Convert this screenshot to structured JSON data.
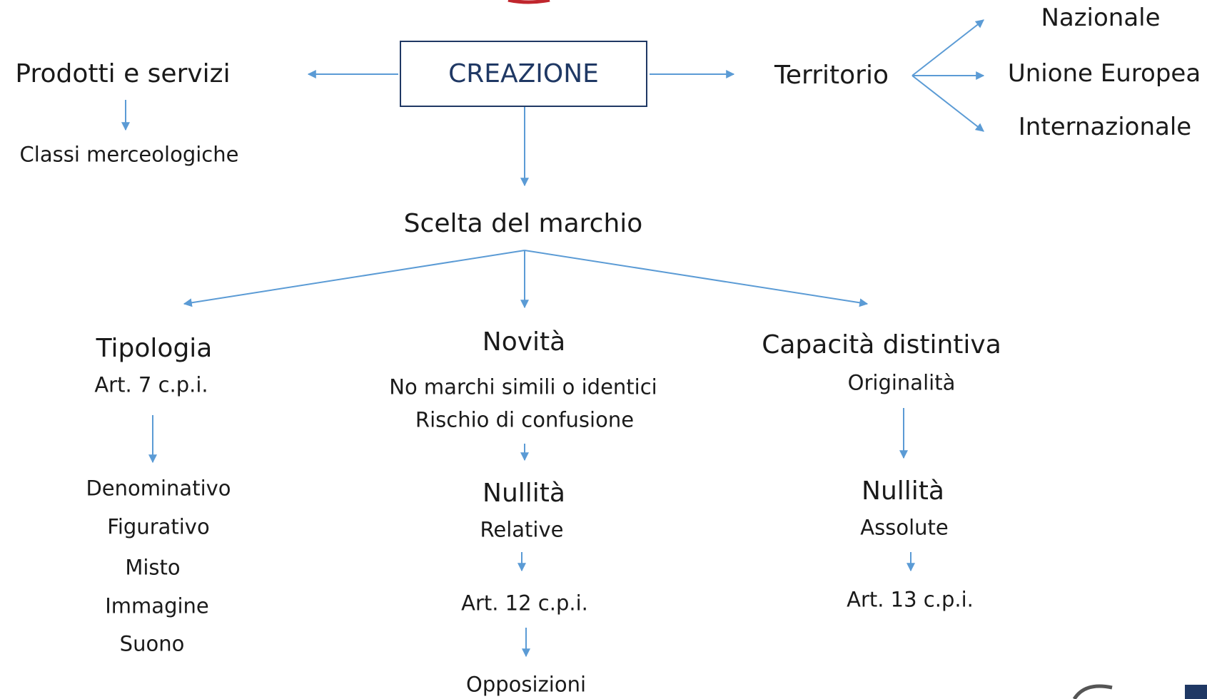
{
  "root": {
    "label": "CREAZIONE"
  },
  "left_branch": {
    "label": "Prodotti e servizi",
    "child": "Classi merceologiche"
  },
  "right_branch": {
    "label": "Territorio",
    "children": [
      "Nazionale",
      "Unione Europea",
      "Internazionale"
    ]
  },
  "center": {
    "label": "Scelta del marchio"
  },
  "tipologia": {
    "title": "Tipologia",
    "subtitle": "Art. 7 c.p.i.",
    "items": [
      "Denominativo",
      "Figurativo",
      "Misto",
      "Immagine",
      "Suono"
    ]
  },
  "novita": {
    "title": "Novità",
    "lines": [
      "No marchi simili o identici",
      "Rischio di confusione"
    ],
    "nullita": "Nullità",
    "nullita_type": "Relative",
    "article": "Art. 12 c.p.i.",
    "outcome": "Opposizioni"
  },
  "capacita": {
    "title": "Capacità distintiva",
    "subtitle": "Originalità",
    "nullita": "Nullità",
    "nullita_type": "Assolute",
    "article": "Art. 13 c.p.i."
  },
  "colors": {
    "arrow": "#5b9bd5",
    "box_border": "#1f3864",
    "box_text": "#1f3864",
    "top_accent": "#c0262d"
  }
}
